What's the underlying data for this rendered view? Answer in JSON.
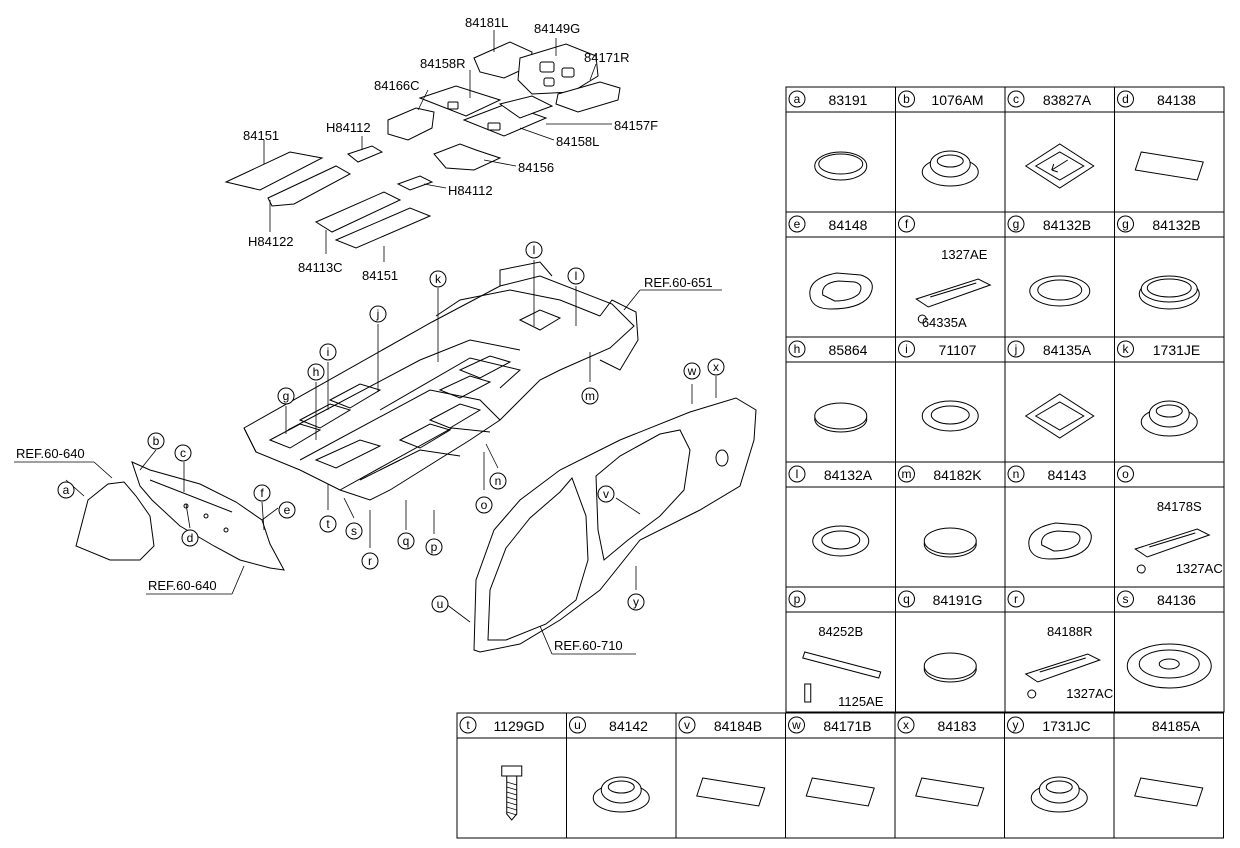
{
  "parts_exploded": [
    {
      "id": "p1",
      "label": "84181L"
    },
    {
      "id": "p2",
      "label": "84149G"
    },
    {
      "id": "p3",
      "label": "84171R"
    },
    {
      "id": "p4",
      "label": "84158R"
    },
    {
      "id": "p5",
      "label": "84166C"
    },
    {
      "id": "p6",
      "label": "H84112"
    },
    {
      "id": "p7",
      "label": "84157F"
    },
    {
      "id": "p8",
      "label": "84158L"
    },
    {
      "id": "p9",
      "label": "84151"
    },
    {
      "id": "p10",
      "label": "84156"
    },
    {
      "id": "p11",
      "label": "H84112"
    },
    {
      "id": "p12",
      "label": "H84122"
    },
    {
      "id": "p13",
      "label": "84113C"
    },
    {
      "id": "p14",
      "label": "84151"
    }
  ],
  "references": [
    {
      "id": "r1",
      "label": "REF.60-651"
    },
    {
      "id": "r2",
      "label": "REF.60-640"
    },
    {
      "id": "r3",
      "label": "REF.60-640"
    },
    {
      "id": "r4",
      "label": "REF.60-710"
    }
  ],
  "callouts": [
    {
      "id": "c_a",
      "letter": "a"
    },
    {
      "id": "c_b",
      "letter": "b"
    },
    {
      "id": "c_c",
      "letter": "c"
    },
    {
      "id": "c_d",
      "letter": "d"
    },
    {
      "id": "c_e",
      "letter": "e"
    },
    {
      "id": "c_f",
      "letter": "f"
    },
    {
      "id": "c_g",
      "letter": "g"
    },
    {
      "id": "c_h",
      "letter": "h"
    },
    {
      "id": "c_i",
      "letter": "i"
    },
    {
      "id": "c_j",
      "letter": "j"
    },
    {
      "id": "c_k",
      "letter": "k"
    },
    {
      "id": "c_l1",
      "letter": "l"
    },
    {
      "id": "c_l2",
      "letter": "l"
    },
    {
      "id": "c_m",
      "letter": "m"
    },
    {
      "id": "c_n",
      "letter": "n"
    },
    {
      "id": "c_o",
      "letter": "o"
    },
    {
      "id": "c_p",
      "letter": "p"
    },
    {
      "id": "c_q",
      "letter": "q"
    },
    {
      "id": "c_r",
      "letter": "r"
    },
    {
      "id": "c_s",
      "letter": "s"
    },
    {
      "id": "c_t",
      "letter": "t"
    },
    {
      "id": "c_u",
      "letter": "u"
    },
    {
      "id": "c_v",
      "letter": "v"
    },
    {
      "id": "c_w",
      "letter": "w"
    },
    {
      "id": "c_x",
      "letter": "x"
    },
    {
      "id": "c_y",
      "letter": "y"
    }
  ],
  "parts_table": [
    {
      "letter": "a",
      "part": "83191",
      "icon": "round-plug"
    },
    {
      "letter": "b",
      "part": "1076AM",
      "icon": "domed-plug"
    },
    {
      "letter": "c",
      "part": "83827A",
      "icon": "square-plug-with-arrow"
    },
    {
      "letter": "d",
      "part": "84138",
      "icon": "pad-sheet"
    },
    {
      "letter": "e",
      "part": "84148",
      "icon": "oval-plug"
    },
    {
      "letter": "f",
      "part": "",
      "icon": "bracket-with-nut",
      "sub": [
        "1327AE",
        "64335A"
      ]
    },
    {
      "letter": "g",
      "part": "84132B",
      "icon": "flat-round-plug"
    },
    {
      "letter": "g",
      "part": "84132B",
      "icon": "thick-round-plug"
    },
    {
      "letter": "h",
      "part": "85864",
      "icon": "flat-disc"
    },
    {
      "letter": "i",
      "part": "71107",
      "icon": "ring-plug"
    },
    {
      "letter": "j",
      "part": "84135A",
      "icon": "square-plug"
    },
    {
      "letter": "k",
      "part": "1731JE",
      "icon": "domed-plug"
    },
    {
      "letter": "l",
      "part": "84132A",
      "icon": "ring-plug"
    },
    {
      "letter": "m",
      "part": "84182K",
      "icon": "flat-disc"
    },
    {
      "letter": "n",
      "part": "84143",
      "icon": "oval-plug"
    },
    {
      "letter": "o",
      "part": "",
      "icon": "bracket-with-nut",
      "sub": [
        "84178S",
        "1327AC"
      ]
    },
    {
      "letter": "p",
      "part": "",
      "icon": "bar-with-bolt",
      "sub": [
        "84252B",
        "1125AE"
      ]
    },
    {
      "letter": "q",
      "part": "84191G",
      "icon": "flat-disc"
    },
    {
      "letter": "r",
      "part": "",
      "icon": "bracket-with-nut",
      "sub": [
        "84188R",
        "1327AC"
      ]
    },
    {
      "letter": "s",
      "part": "84136",
      "icon": "large-grommet"
    },
    {
      "letter": "t",
      "part": "1129GD",
      "icon": "bolt"
    },
    {
      "letter": "u",
      "part": "84142",
      "icon": "domed-plug"
    },
    {
      "letter": "v",
      "part": "84184B",
      "icon": "pad-sheet"
    },
    {
      "letter": "w",
      "part": "84171B",
      "icon": "pad-sheet"
    },
    {
      "letter": "x",
      "part": "84183",
      "icon": "pad-sheet"
    },
    {
      "letter": "y",
      "part": "1731JC",
      "icon": "domed-plug"
    },
    {
      "letter": "",
      "part": "84185A",
      "icon": "pad-sheet"
    }
  ]
}
